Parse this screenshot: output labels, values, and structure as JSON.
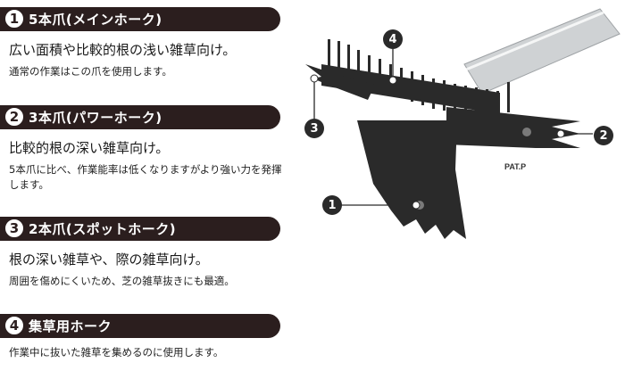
{
  "sections": [
    {
      "number": "1",
      "title": "5本爪(メインホーク)",
      "lead": "広い面積や比較的根の浅い雑草向け。",
      "sub": "通常の作業はこの爪を使用します。"
    },
    {
      "number": "2",
      "title": "3本爪(パワーホーク)",
      "lead": "比較的根の深い雑草向け。",
      "sub": "5本爪に比べ、作業能率は低くなりますがより強い力を発揮します。"
    },
    {
      "number": "3",
      "title": "2本爪(スポットホーク)",
      "lead": "根の深い雑草や、際の雑草向け。",
      "sub": "周囲を傷めにくいため、芝の雑草抜きにも最適。"
    },
    {
      "number": "4",
      "title": "集草用ホーク",
      "lead": "",
      "sub": "作業中に抜いた雑草を集めるのに使用します。"
    }
  ],
  "diagram": {
    "callouts": [
      "1",
      "2",
      "3",
      "4"
    ],
    "patent_label": "PAT.P",
    "colors": {
      "blade": "#2a2a2a",
      "handle": "#cfd2d4",
      "header_bg": "#2b1e1e"
    }
  }
}
